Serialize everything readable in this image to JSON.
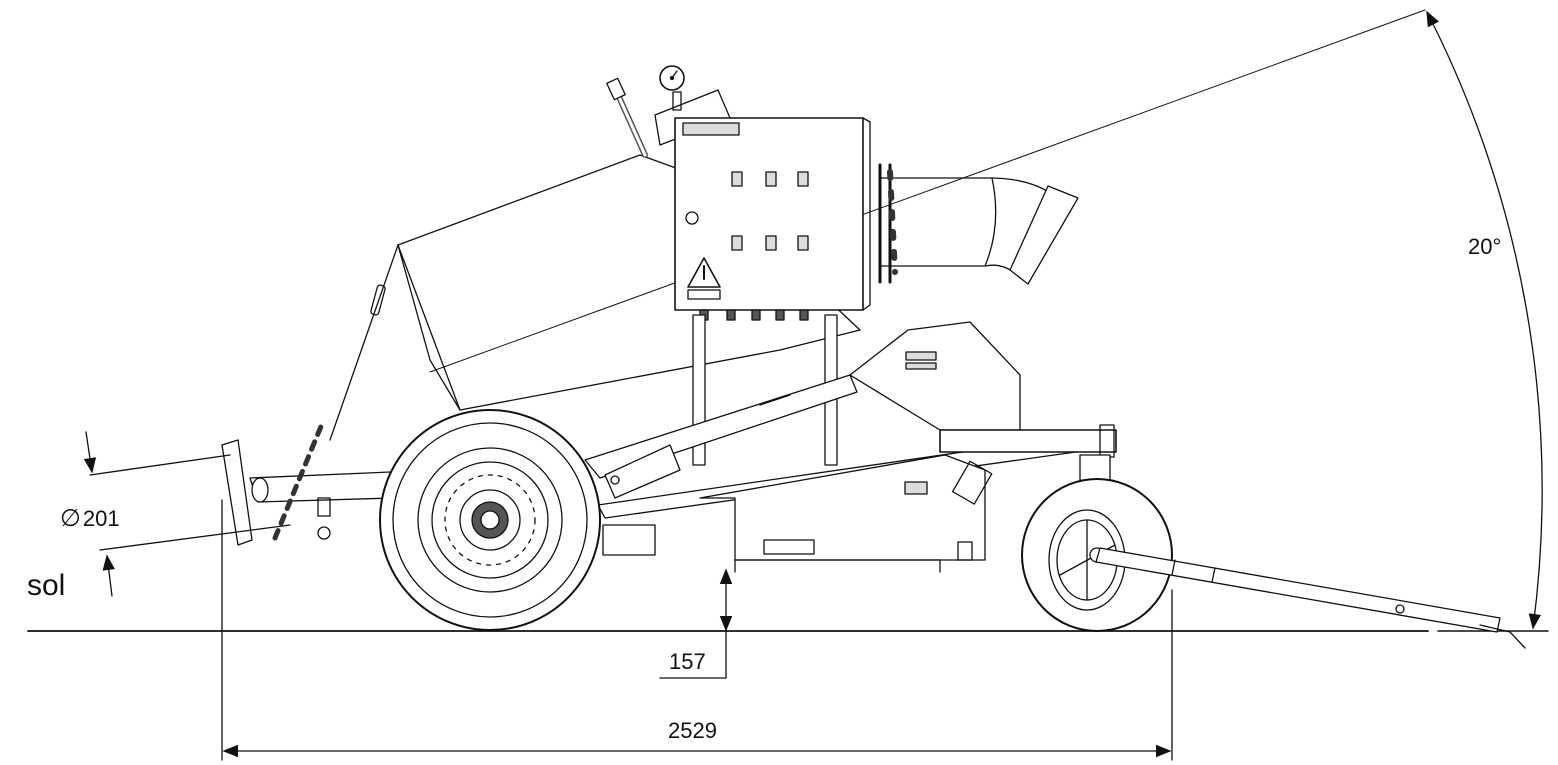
{
  "title": "",
  "dimensions": {
    "angle": "20°",
    "diameter_symbol": "∅",
    "diameter": "201",
    "ground_label": "sol",
    "ground_clearance": "157",
    "overall_length": "2529"
  },
  "colors": {
    "line": "#111111",
    "fill": "#ffffff",
    "shade": "#dcdcdc"
  },
  "icons": [
    "pressure-gauge-icon",
    "warning-triangle-icon"
  ]
}
